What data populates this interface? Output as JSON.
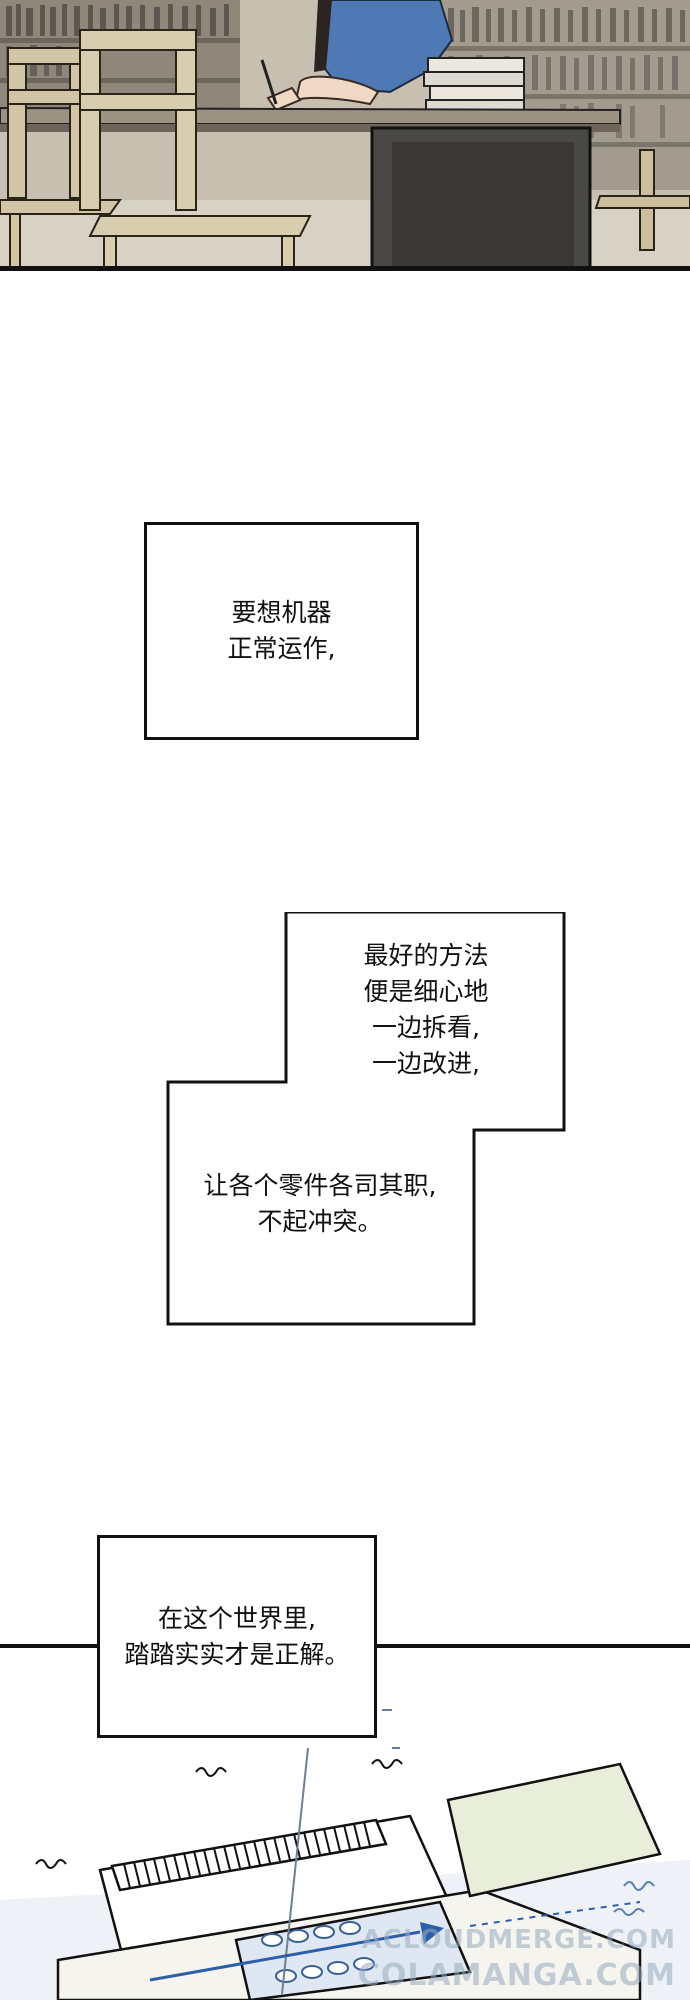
{
  "captions": {
    "box1": {
      "lines": [
        "要想机器",
        "正常运作,"
      ]
    },
    "box2": {
      "lines_top": [
        "最好的方法",
        "便是细心地",
        "一边拆看,",
        "一边改进,"
      ],
      "lines_bottom": [
        "让各个零件各司其职,",
        "不起冲突。"
      ]
    },
    "box3": {
      "lines": [
        "在这个世界里,",
        "踏踏实实才是正解。"
      ]
    }
  },
  "watermark": {
    "line1": "ACLOUDMERGE.COM",
    "line2": "COLAMANGA.COM"
  },
  "colors": {
    "border": "#111111",
    "shirt": "#4f79b4",
    "floor": "#d8d2c4",
    "arrow": "#2d5fa8"
  }
}
